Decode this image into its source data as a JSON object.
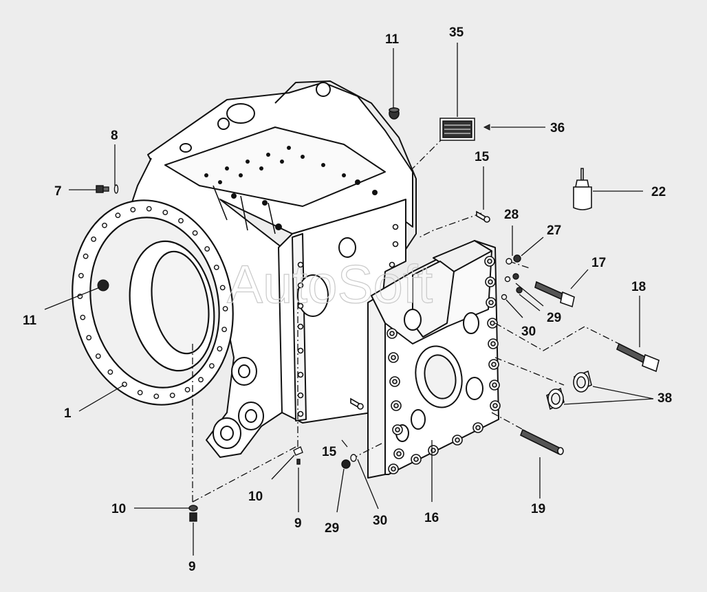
{
  "watermark": "AutoSoft",
  "callouts": {
    "c1": "1",
    "c7": "7",
    "c8": "8",
    "c9a": "9",
    "c9b": "9",
    "c10a": "10",
    "c10b": "10",
    "c11a": "11",
    "c11b": "11",
    "c15a": "15",
    "c15b": "15",
    "c16": "16",
    "c17": "17",
    "c18": "18",
    "c19": "19",
    "c22": "22",
    "c27": "27",
    "c28": "28",
    "c29a": "29",
    "c29b": "29",
    "c30a": "30",
    "c30b": "30",
    "c35": "35",
    "c36": "36",
    "c38": "38"
  }
}
